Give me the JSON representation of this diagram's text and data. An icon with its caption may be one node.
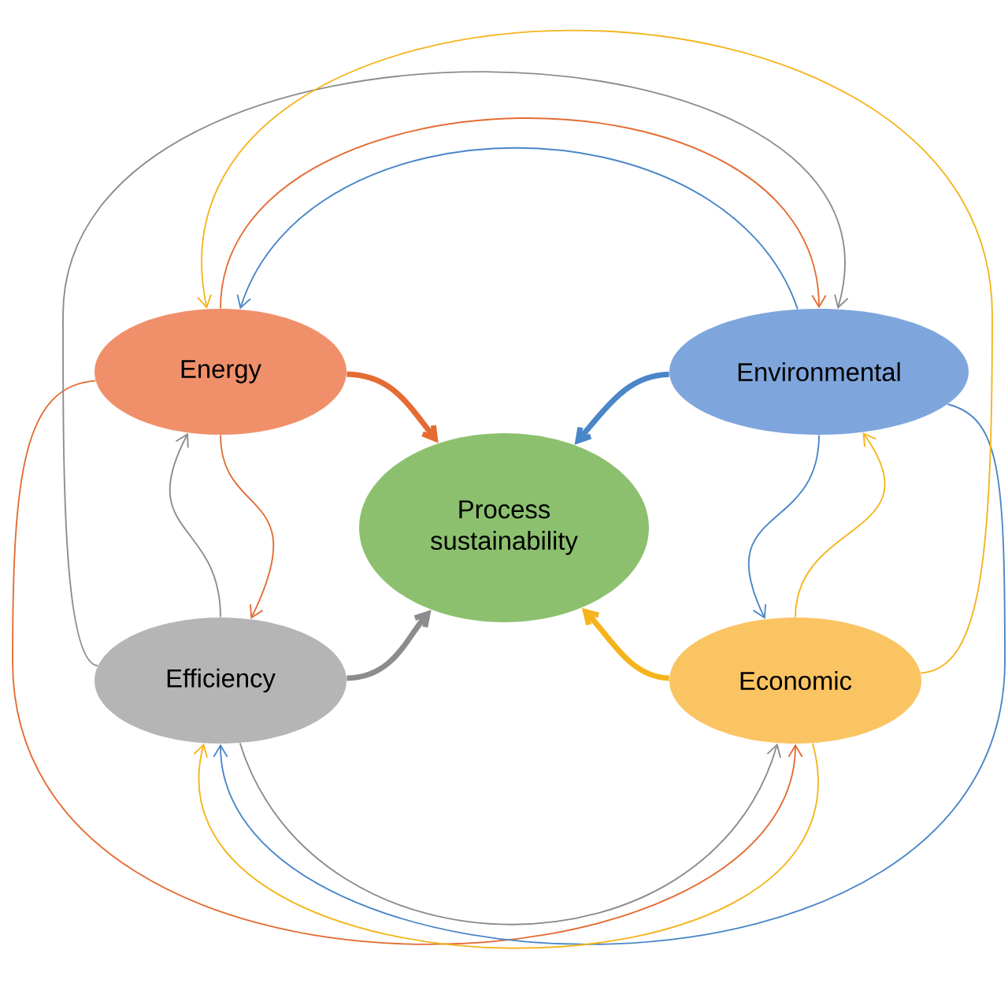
{
  "diagram": {
    "nodes": [
      {
        "text": [
          "Energy"
        ]
      },
      {
        "text": [
          "Environmental"
        ]
      },
      {
        "text": [
          "Process sustainability"
        ]
      },
      {
        "text": [
          "Efficiency"
        ]
      },
      {
        "text": [
          "Economic"
        ]
      }
    ],
    "edges": [
      {
        "from": 0,
        "to": 2,
        "arrow": "to",
        "style": "thick",
        "color": "#e46c33"
      },
      {
        "from": 0,
        "to": 1,
        "arrow": "to",
        "color": "#e46c33"
      },
      {
        "from": 0,
        "to": 3,
        "arrow": "to",
        "color": "#e46c33"
      },
      {
        "from": 0,
        "to": 4,
        "arrow": "to",
        "color": "#e46c33"
      },
      {
        "from": 1,
        "to": 2,
        "arrow": "to",
        "style": "thick",
        "color": "#4a86c8"
      },
      {
        "from": 1,
        "to": 0,
        "arrow": "to",
        "color": "#4a86c8"
      },
      {
        "from": 1,
        "to": 4,
        "arrow": "to",
        "color": "#4a86c8"
      },
      {
        "from": 1,
        "to": 3,
        "arrow": "to",
        "color": "#4a86c8"
      },
      {
        "from": 3,
        "to": 2,
        "arrow": "to",
        "style": "thick",
        "color": "#8c8c8c"
      },
      {
        "from": 3,
        "to": 0,
        "arrow": "to",
        "color": "#8c8c8c"
      },
      {
        "from": 3,
        "to": 1,
        "arrow": "to",
        "color": "#8c8c8c"
      },
      {
        "from": 3,
        "to": 4,
        "arrow": "to",
        "color": "#8c8c8c"
      },
      {
        "from": 4,
        "to": 2,
        "arrow": "to",
        "style": "thick",
        "color": "#f5b41c"
      },
      {
        "from": 4,
        "to": 1,
        "arrow": "to",
        "color": "#f5b41c"
      },
      {
        "from": 4,
        "to": 0,
        "arrow": "to",
        "color": "#f5b41c"
      },
      {
        "from": 4,
        "to": 3,
        "arrow": "to",
        "color": "#f5b41c"
      }
    ]
  }
}
